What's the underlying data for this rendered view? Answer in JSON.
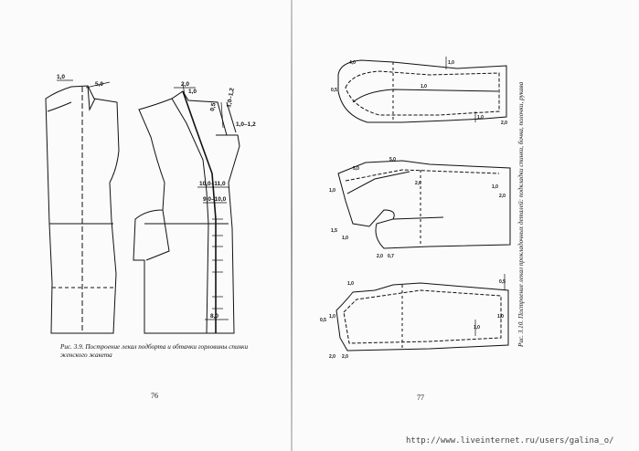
{
  "left_page": {
    "caption": "Рис. 3.9. Построение лекал подборта и обтачки горловины спинки женского жакета",
    "page_number": "76",
    "measurements": {
      "m1": "1,0",
      "m2": "5,0",
      "m3": "2,0",
      "m4": "1,0",
      "m5": "0,5",
      "m6": "1,0–1,2",
      "m7": "1,0–1,2",
      "m8": "10,0–11,0",
      "m9": "9,0–10,0",
      "m10": "8,0"
    }
  },
  "right_page": {
    "caption": "Рис. 3.10. Построение лекал прокладочных деталей: подкладки спинки, бочка, полочки, рукава",
    "page_number": "77",
    "measurements": {
      "top_a": "1,0",
      "top_b": "1,0",
      "top_c": "1,0",
      "top_d": "0,5",
      "top_e": "4,0",
      "top_f": "2,0",
      "mid_a": "5,0",
      "mid_b": "5,0",
      "mid_c": "2,0",
      "mid_d": "1,0",
      "mid_e": "1,5",
      "mid_f": "1,0",
      "mid_g": "2,0",
      "mid_h": "0,7",
      "mid_i": "1,0",
      "mid_j": "2,0",
      "bot_a": "1,0",
      "bot_b": "0,5",
      "bot_c": "1,0",
      "bot_d": "1,0",
      "bot_e": "2,0",
      "bot_f": "2,0",
      "bot_g": "1,0",
      "bot_h": "0,5"
    }
  },
  "footer": {
    "source_url": "http://www.liveinternet.ru/users/galina_o/"
  }
}
